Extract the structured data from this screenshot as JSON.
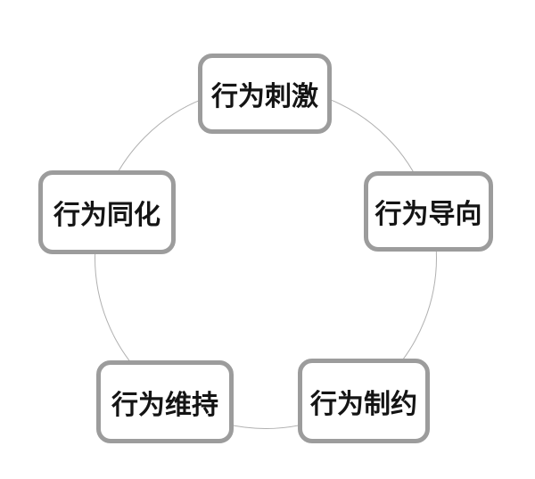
{
  "diagram": {
    "type": "cycle",
    "connector_shape": "circle",
    "nodes": [
      {
        "id": "top",
        "label": "行为刺激",
        "position": "top"
      },
      {
        "id": "right",
        "label": "行为导向",
        "position": "right"
      },
      {
        "id": "bottom-right",
        "label": "行为制约",
        "position": "bottom-right"
      },
      {
        "id": "bottom-left",
        "label": "行为维持",
        "position": "bottom-left"
      },
      {
        "id": "left",
        "label": "行为同化",
        "position": "left"
      }
    ],
    "colors": {
      "background": "#ffffff",
      "node_border": "#9c9c9c",
      "circle_stroke": "#b0b0b0",
      "text": "#141414"
    }
  }
}
